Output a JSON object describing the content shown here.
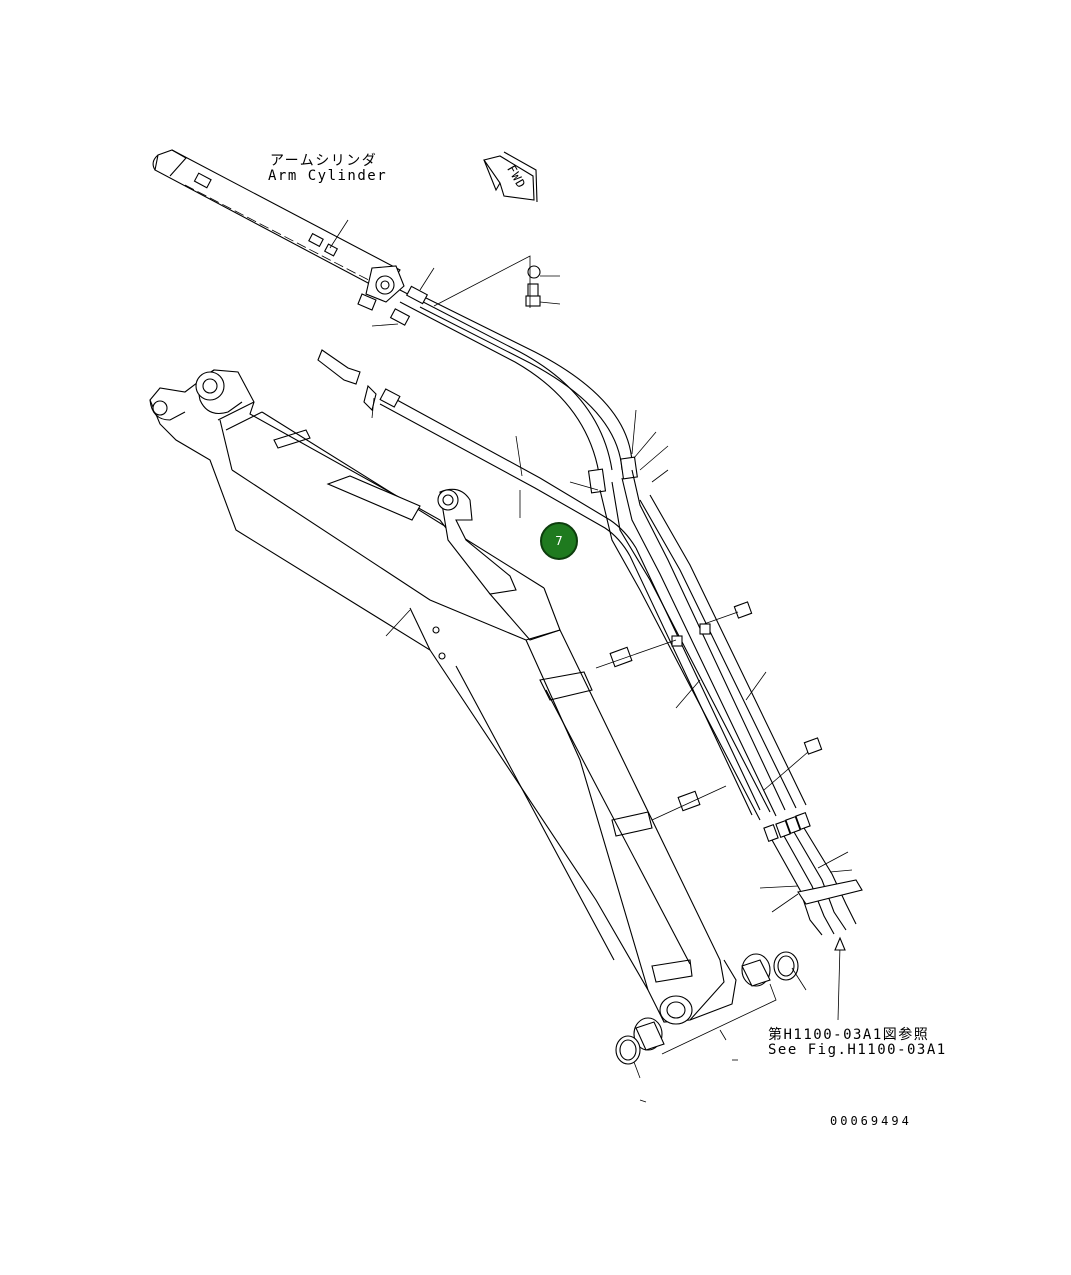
{
  "diagram": {
    "labels": {
      "arm_cylinder_jp": "アームシリンダ",
      "arm_cylinder_en": "Arm Cylinder",
      "fwd": "FWD",
      "see_fig_jp": "第H1100-03A1図参照",
      "see_fig_en": "See Fig.H1100-03A1",
      "ref_code": "00069494"
    },
    "callouts": [
      {
        "number": "7",
        "color": "#1f7a1f"
      }
    ]
  }
}
